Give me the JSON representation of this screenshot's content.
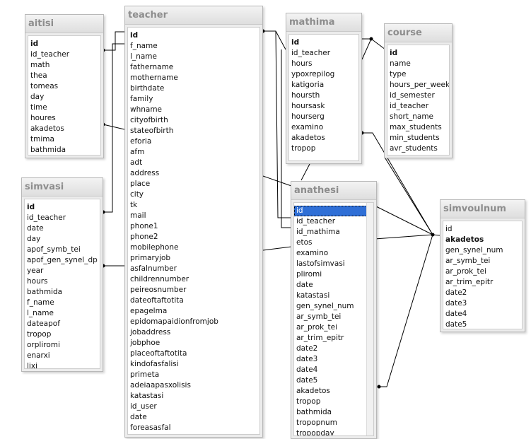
{
  "tables": [
    {
      "name": "aitisi",
      "fields": [
        "id",
        "id_teacher",
        "math",
        "thea",
        "tomeas",
        "day",
        "time",
        "houres",
        "akadetos",
        "tmima",
        "bathmida"
      ],
      "key_fields": [
        "id"
      ]
    },
    {
      "name": "simvasi",
      "fields": [
        "id",
        "id_teacher",
        "date",
        "day",
        "apof_symb_tei",
        "apof_gen_synel_dp",
        "year",
        "hours",
        "bathmida",
        "f_name",
        "l_name",
        "dateapof",
        "tropop",
        "orpliromi",
        "enarxi",
        "lixi"
      ],
      "key_fields": [
        "id"
      ]
    },
    {
      "name": "teacher",
      "fields": [
        "id",
        "f_name",
        "l_name",
        "fathername",
        "mothername",
        "birthdate",
        "family",
        "whname",
        "cityofbirth",
        "stateofbirth",
        "eforia",
        "afm",
        "adt",
        "address",
        "place",
        "city",
        "tk",
        "mail",
        "phone1",
        "phone2",
        "mobilephone",
        "primaryjob",
        "asfalnumber",
        "childrennumber",
        "peireosnumber",
        "dateoftaftotita",
        "epagelma",
        "epidomapaidionfromjob",
        "jobaddress",
        "jobphoe",
        "placeoftaftotita",
        "kindofasfalisi",
        "primeta",
        "adeiaapasxolisis",
        "katastasi",
        "id_user",
        "date",
        "foreasasfal"
      ],
      "key_fields": [
        "id"
      ]
    },
    {
      "name": "mathima",
      "fields": [
        "id",
        "id_teacher",
        "hours",
        "ypoxrepilog",
        "katigoria",
        "hoursth",
        "hoursask",
        "hourserg",
        "examino",
        "akadetos",
        "tropop"
      ],
      "key_fields": [
        "id"
      ]
    },
    {
      "name": "course",
      "fields": [
        "id",
        "name",
        "type",
        "hours_per_week",
        "id_semester",
        "id_teacher",
        "short_name",
        "max_students",
        "min_students",
        "avr_students"
      ],
      "key_fields": [
        "id"
      ]
    },
    {
      "name": "anathesi",
      "fields": [
        "id",
        "id_teacher",
        "id_mathima",
        "etos",
        "examino",
        "lastofsimvasi",
        "pliromi",
        "date",
        "katastasi",
        "gen_synel_num",
        "ar_symb_tei",
        "ar_prok_tei",
        "ar_trim_epitr",
        "date2",
        "date3",
        "date4",
        "date5",
        "akadetos",
        "tropop",
        "bathmida",
        "tropopnum",
        "tropopday"
      ],
      "key_fields": [],
      "selected_field": "id"
    },
    {
      "name": "simvoulnum",
      "fields": [
        "id",
        "akadetos",
        "gen_synel_num",
        "ar_symb_tei",
        "ar_prok_tei",
        "ar_trim_epitr",
        "date2",
        "date3",
        "date4",
        "date5"
      ],
      "key_fields": [
        "akadetos"
      ]
    }
  ]
}
